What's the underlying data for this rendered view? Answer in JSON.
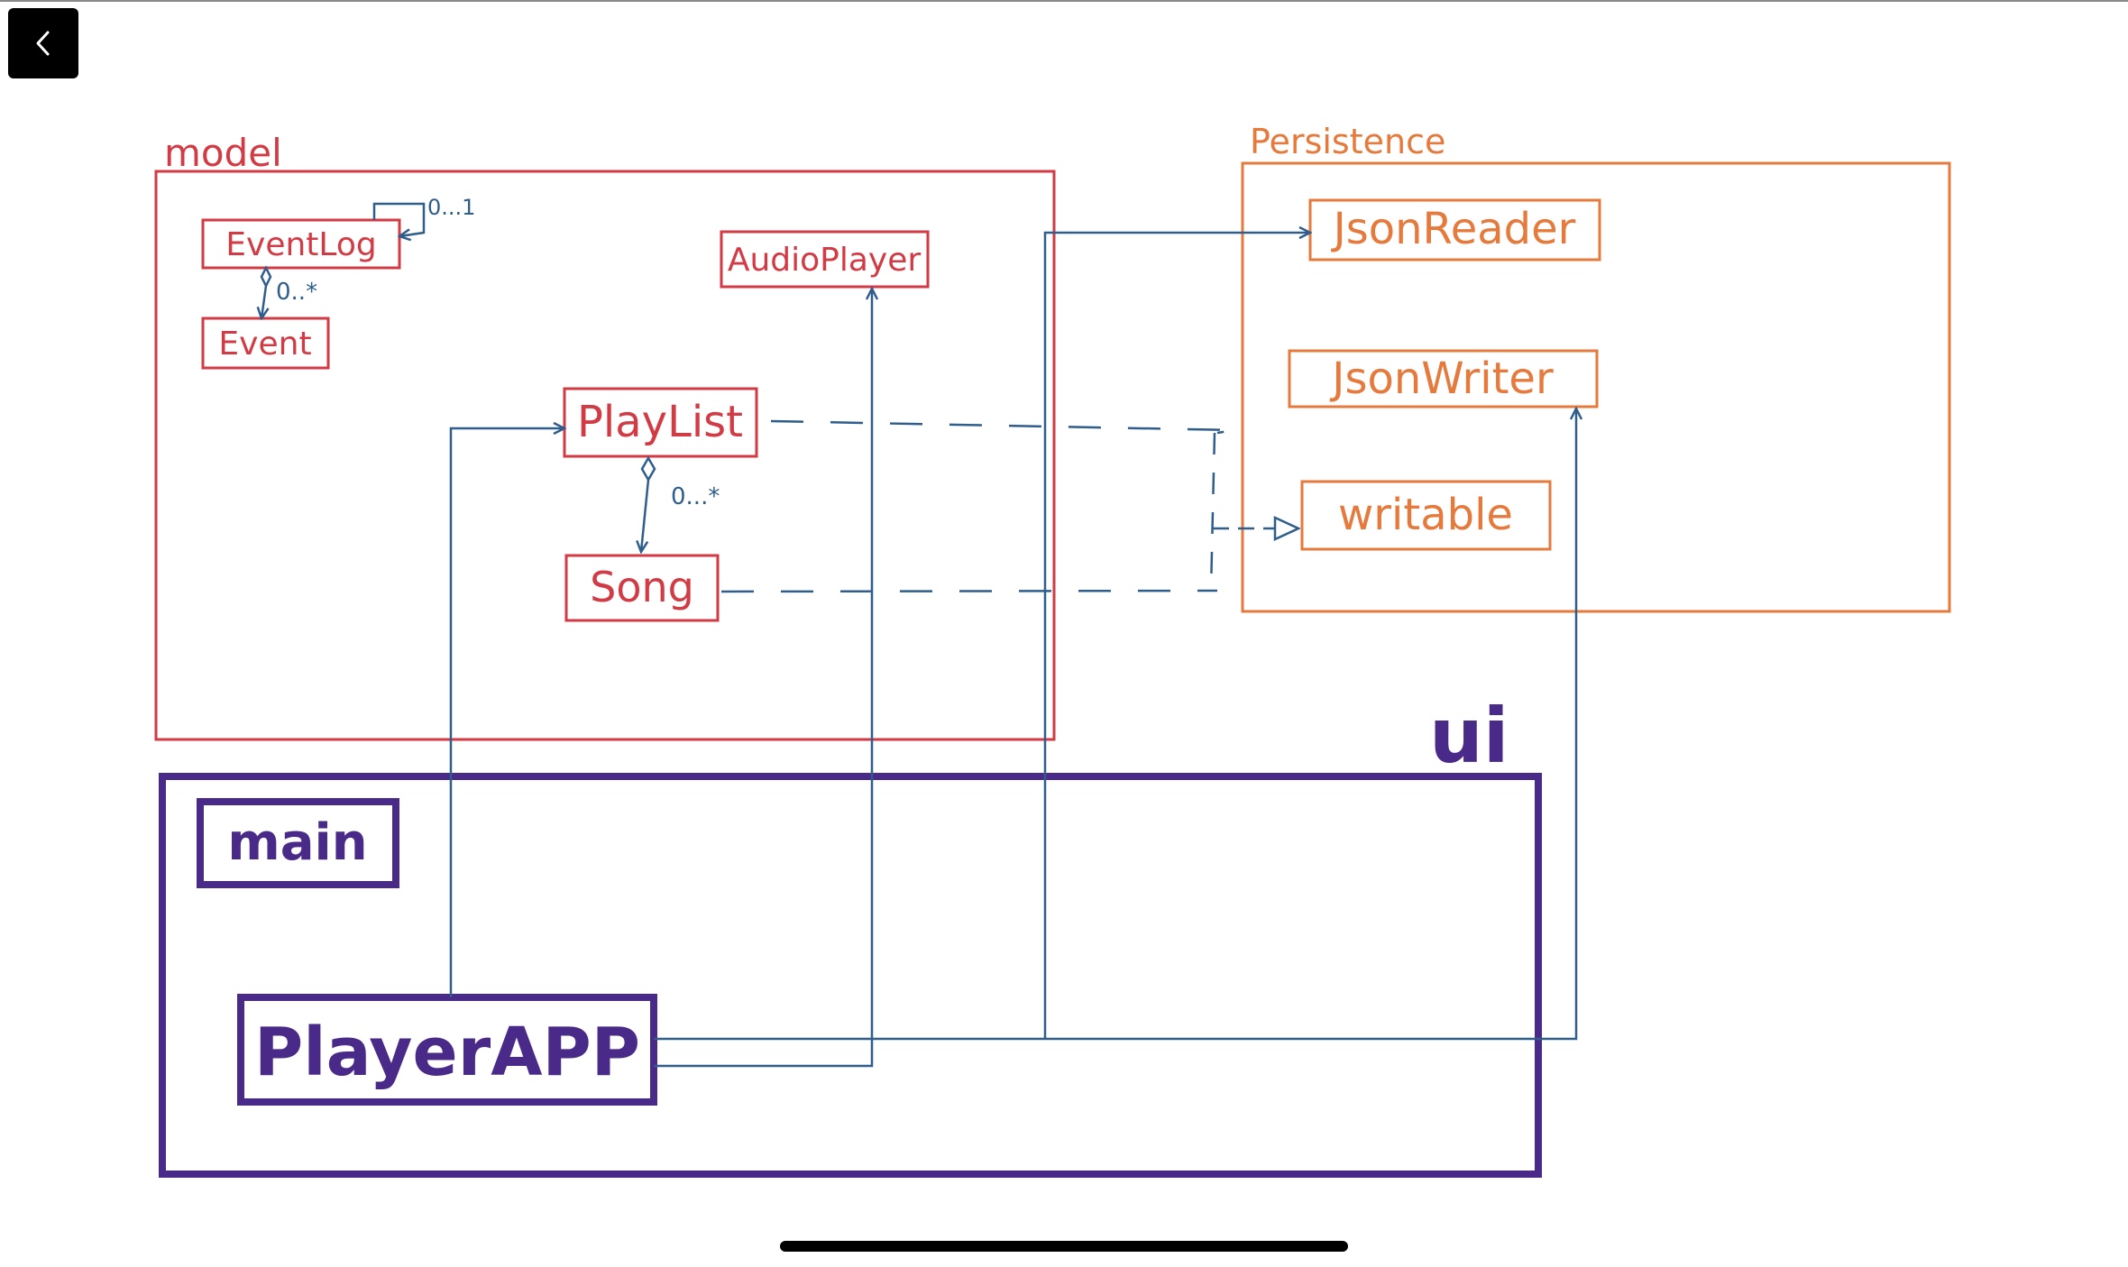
{
  "colors": {
    "model": "#d23a44",
    "persistence": "#e57a3c",
    "ui": "#4a2a88",
    "connector": "#2f5d8c"
  },
  "navigation": {
    "back_icon": "chevron-left-icon"
  },
  "packages": {
    "model": {
      "label": "model",
      "classes": {
        "event_log": "EventLog",
        "event": "Event",
        "audio_player": "AudioPlayer",
        "playlist": "PlayList",
        "song": "Song"
      }
    },
    "persistence": {
      "label": "Persistence",
      "classes": {
        "json_reader": "JsonReader",
        "json_writer": "JsonWriter",
        "writable": "writable"
      }
    },
    "ui": {
      "label": "ui",
      "classes": {
        "main": "main",
        "player_app": "PlayerAPP"
      }
    }
  },
  "multiplicities": {
    "eventlog_self": "0...1",
    "eventlog_event": "0..*",
    "playlist_song": "0...*"
  }
}
